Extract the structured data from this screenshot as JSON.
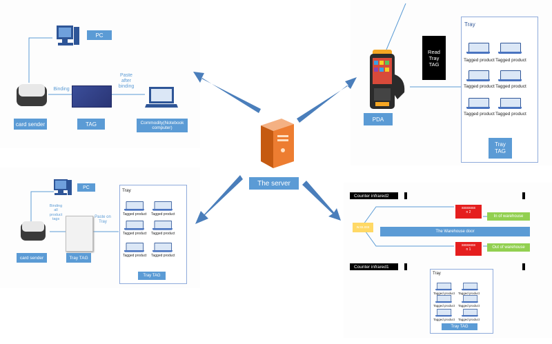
{
  "top_left": {
    "pc_label": "PC",
    "binding_label": "Binding",
    "paste_label": "Paste\nafter\nbinding",
    "card_sender_label": "card sender",
    "tag_label": "TAG",
    "commodity_label": "Commodity(Notebook\ncomputer)"
  },
  "top_right": {
    "read_label": "Read\nTray\nTAG",
    "tray_title": "Tray",
    "pda_label": "PDA",
    "product_label": "Tagged product",
    "tray_tag_label": "Tray\nTAG"
  },
  "center": {
    "server_label": "The server"
  },
  "bottom_left": {
    "pc_label": "PC",
    "binding_label": "Binding\nall\nproduct\ntags",
    "paste_label": "Paste on\nTray",
    "card_sender_label": "card sender",
    "tray_tag_label": "Tray TAG",
    "tray_title": "Tray",
    "product_label": "Tagged product",
    "tray_tag_box_label": "Tray TAG"
  },
  "bottom_right": {
    "counter2_label": "Counter infrared2",
    "counter1_label": "Counter infrared1",
    "yellow_label": "w.ss.sss",
    "red_top_label": "ssssssss\nn 2",
    "red_bottom_label": "ssssssss\nn 1",
    "door_label": "The Warehouse door",
    "in_label": "In of warehouse",
    "out_label": "Out of warehouse",
    "tray_title": "Tray",
    "product_label": "Tagged product",
    "tray_tag_label": "Tray TAG"
  },
  "colors": {
    "arrow": "#4a7ebb",
    "accent_blue": "#5b9bd5",
    "red": "#e51e1e",
    "green": "#92d050",
    "yellow": "#ffd966"
  }
}
